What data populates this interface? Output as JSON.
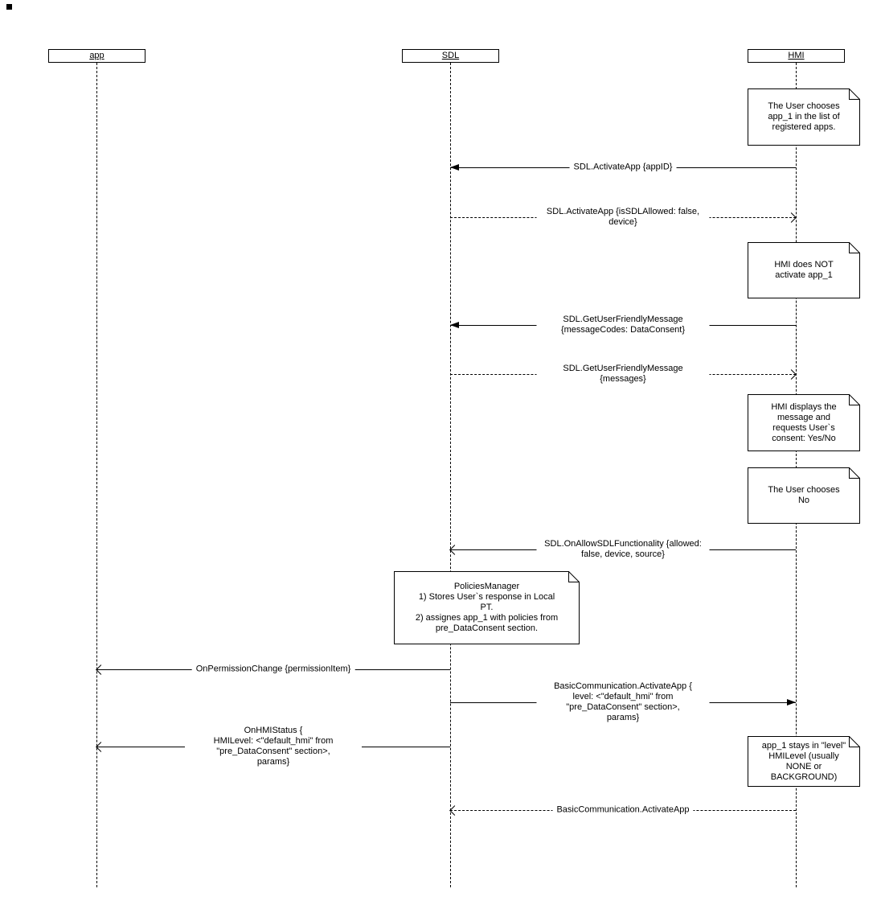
{
  "lifelines": [
    {
      "label": "app"
    },
    {
      "label": "SDL"
    },
    {
      "label": "HMI"
    }
  ],
  "notes": [
    {
      "text": "The User chooses\napp_1 in the list of\nregistered apps."
    },
    {
      "text": "HMI does NOT\nactivate  app_1"
    },
    {
      "text": "HMI displays the\nmessage and\nrequests User`s\nconsent: Yes/No"
    },
    {
      "text": "The User chooses\nNo"
    },
    {
      "text": "PoliciesManager\n1) Stores User`s response in Local\nPT.\n2) assignes app_1 with policies from\npre_DataConsent section."
    },
    {
      "text": "app_1 stays in \"level\"\nHMILevel (usually\nNONE or\nBACKGROUND)"
    }
  ],
  "messages": [
    {
      "label": "SDL.ActivateApp {appID}",
      "from": "HMI",
      "to": "SDL",
      "line": "solid",
      "arrowhead": "filled"
    },
    {
      "label": "SDL.ActivateApp {isSDLAllowed: false, device}",
      "from": "SDL",
      "to": "HMI",
      "line": "dashed",
      "arrowhead": "open"
    },
    {
      "label": "SDL.GetUserFriendlyMessage {messageCodes: DataConsent}",
      "from": "HMI",
      "to": "SDL",
      "line": "solid",
      "arrowhead": "filled"
    },
    {
      "label": "SDL.GetUserFriendlyMessage {messages}",
      "from": "SDL",
      "to": "HMI",
      "line": "dashed",
      "arrowhead": "open"
    },
    {
      "label": "SDL.OnAllowSDLFunctionality {allowed: false, device, source}",
      "from": "HMI",
      "to": "SDL",
      "line": "solid",
      "arrowhead": "open"
    },
    {
      "label": "OnPermissionChange {permissionItem}",
      "from": "SDL",
      "to": "app",
      "line": "solid",
      "arrowhead": "open"
    },
    {
      "label": "BasicCommunication.ActivateApp {\nlevel: <\"default_hmi\" from \"pre_DataConsent\" section>,\nparams}",
      "from": "SDL",
      "to": "HMI",
      "line": "solid",
      "arrowhead": "filled"
    },
    {
      "label": "OnHMIStatus {\nHMILevel: <\"default_hmi\" from \"pre_DataConsent\" section>,\nparams}",
      "from": "SDL",
      "to": "app",
      "line": "solid",
      "arrowhead": "open"
    },
    {
      "label": "BasicCommunication.ActivateApp",
      "from": "HMI",
      "to": "SDL",
      "line": "dashed",
      "arrowhead": "open"
    }
  ],
  "colors": {
    "line": "#000000",
    "background": "#ffffff",
    "text": "#000000"
  }
}
